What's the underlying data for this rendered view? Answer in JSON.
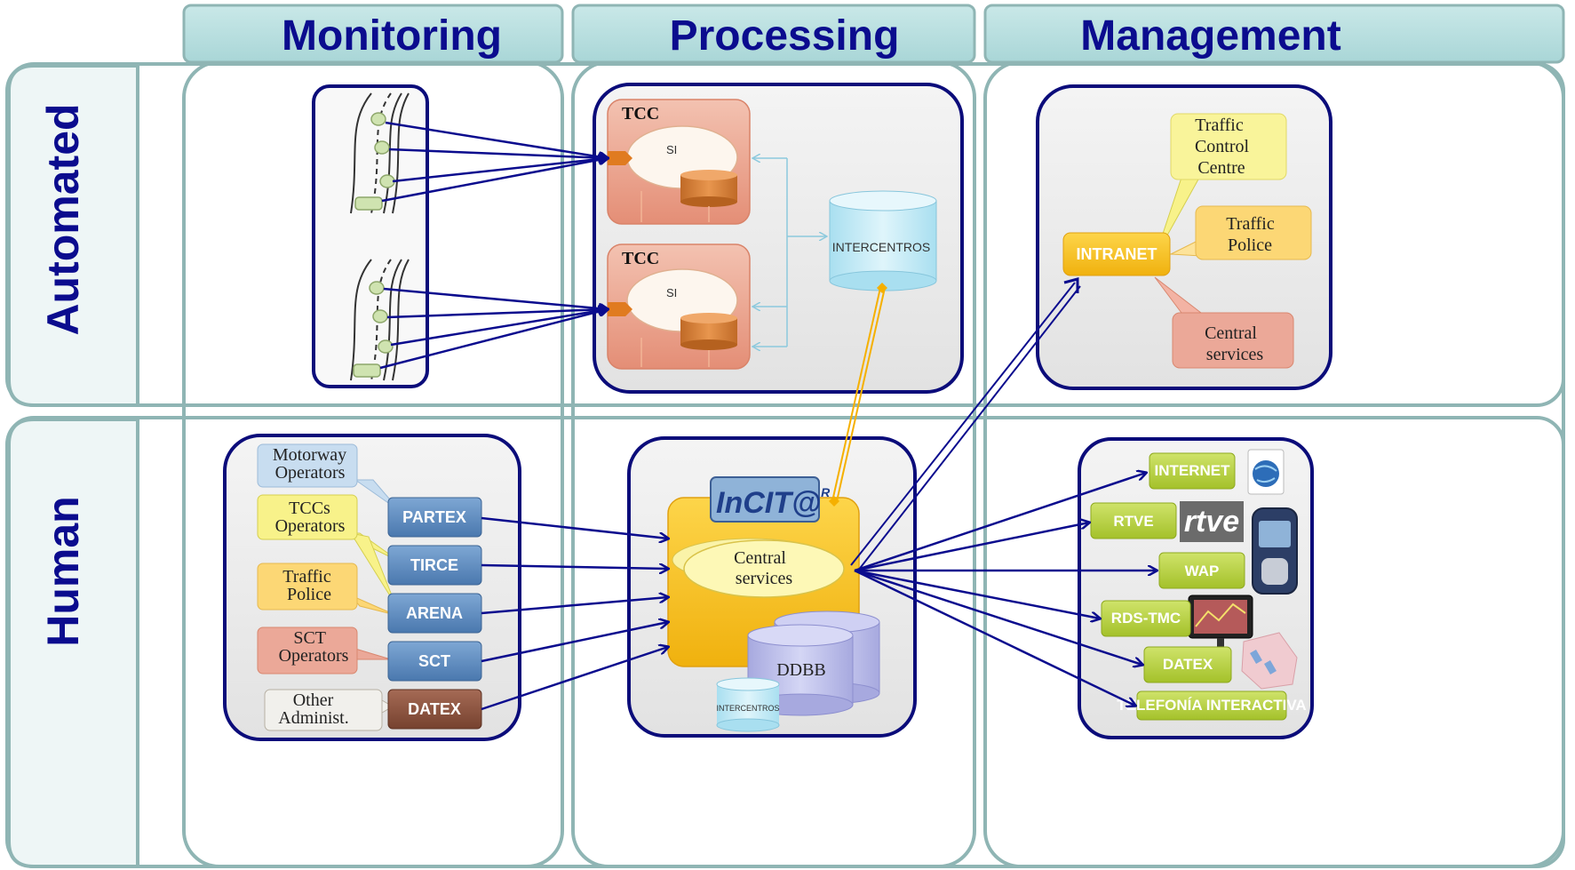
{
  "columns": {
    "monitoring": "Monitoring",
    "processing": "Processing",
    "management": "Management"
  },
  "rows": {
    "automated": "Automated",
    "human": "Human"
  },
  "automated_processing": {
    "tcc_top": "TCC",
    "si_top": "SI",
    "tcc_bottom": "TCC",
    "si_bottom": "SI",
    "intercentros": "INTERCENTROS"
  },
  "automated_management": {
    "intranet": "INTRANET",
    "traffic_control_centre": [
      "Traffic",
      "Control",
      "Centre"
    ],
    "traffic_police": [
      "Traffic",
      "Police"
    ],
    "central_services": [
      "Central",
      "services"
    ]
  },
  "human_monitoring": {
    "callouts": {
      "motorway": [
        "Motorway",
        "Operators"
      ],
      "tccs": [
        "TCCs",
        "Operators"
      ],
      "police": [
        "Traffic",
        "Police"
      ],
      "sct": [
        "SCT",
        "Operators"
      ],
      "other": [
        "Other",
        "Administ."
      ]
    },
    "systems": {
      "partex": "PARTEX",
      "tirce": "TIRCE",
      "arena": "ARENA",
      "sct": "SCT",
      "datex": "DATEX"
    }
  },
  "human_processing": {
    "logo": "InCIT@",
    "logo_sup": "R",
    "central_services": [
      "Central",
      "services"
    ],
    "ddbb": "DDBB",
    "intercentros": "INTERCENTROS"
  },
  "human_management": {
    "internet": "INTERNET",
    "rtve": "RTVE",
    "rtve_logo": "rtve",
    "wap": "WAP",
    "rds_tmc": "RDS-TMC",
    "datex": "DATEX",
    "telefonia": "TELEFONÍA INTERACTIVA"
  },
  "colors": {
    "header_fill": "#b7dfe0",
    "header_text": "#0b0c8e",
    "frame_stroke": "#8fb5b4",
    "panel_stroke": "#0b0c7a",
    "arrow": "#0b0c8e",
    "link_orange": "#f5b000",
    "tcc_fill": "#e9a38b",
    "system_blue": "#5a8bc1",
    "system_brown": "#8a5240",
    "green_button": "#b5cf3c",
    "intranet_fill": "#f6c21c"
  }
}
